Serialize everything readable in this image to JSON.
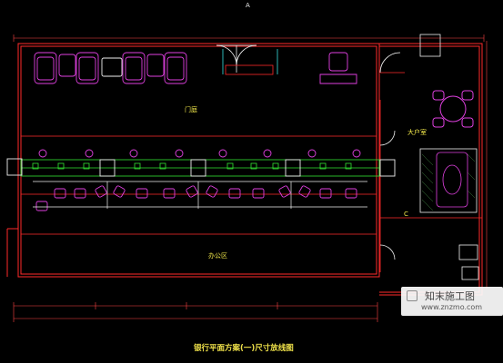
{
  "axis_label": "A",
  "rooms": {
    "lobby": "门庭",
    "vip_room": "大户室",
    "office_area": "办公区",
    "side_c": "C"
  },
  "title": "银行平面方案(一)尺寸放线图",
  "watermark": {
    "name": "知末施工图",
    "url": "www.znzmo.com"
  },
  "colors": {
    "background": "#000000",
    "wall": "#ff2a2a",
    "furniture": "#e040e0",
    "structure": "#f0f0f0",
    "counter": "#32e632",
    "hatch": "#4a9a4a",
    "dimension": "#ff3333",
    "accent_cyan": "#39e0e0",
    "text": "#f0e24a"
  }
}
